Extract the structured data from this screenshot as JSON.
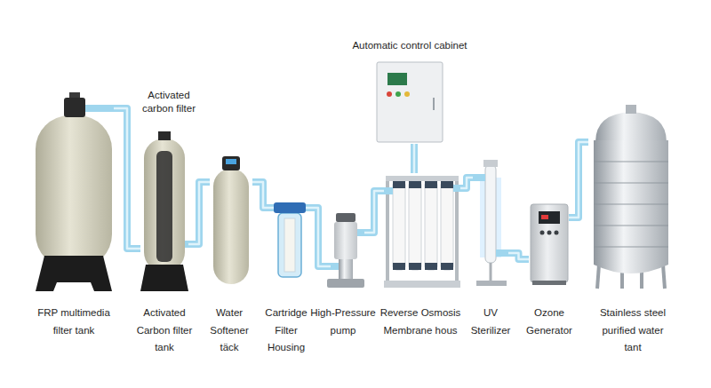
{
  "diagram": {
    "nodes": [
      {
        "text": [
          "FRP multimedia filter tank"
        ]
      },
      {
        "text": [
          "Activated Carbon filter tank"
        ]
      },
      {
        "text": [
          "Water Softener täck"
        ]
      },
      {
        "text": [
          "Cartridge Filter Housing"
        ]
      },
      {
        "text": [
          "High-Pressure pump"
        ]
      },
      {
        "text": [
          "Reverse Osmosis Membrane hous"
        ]
      },
      {
        "text": [
          "UV Sterilizer"
        ]
      },
      {
        "text": [
          "Ozone Generator"
        ]
      },
      {
        "text": [
          "Stainless steel purified water tant"
        ]
      },
      {
        "text": [
          "Automatic control cabinet"
        ]
      }
    ],
    "edges": [
      {
        "from": 0,
        "to": 1,
        "arrow": "none"
      },
      {
        "from": 1,
        "to": 2,
        "arrow": "none"
      },
      {
        "from": 2,
        "to": 3,
        "arrow": "none"
      },
      {
        "from": 3,
        "to": 4,
        "arrow": "none"
      },
      {
        "from": 4,
        "to": 5,
        "arrow": "none"
      },
      {
        "from": 5,
        "to": 6,
        "arrow": "none"
      },
      {
        "from": 6,
        "to": 7,
        "arrow": "none"
      },
      {
        "from": 7,
        "to": 8,
        "arrow": "none"
      },
      {
        "from": 9,
        "to": 5,
        "arrow": "none"
      }
    ],
    "labels": [
      "Activated carbon filter"
    ]
  }
}
